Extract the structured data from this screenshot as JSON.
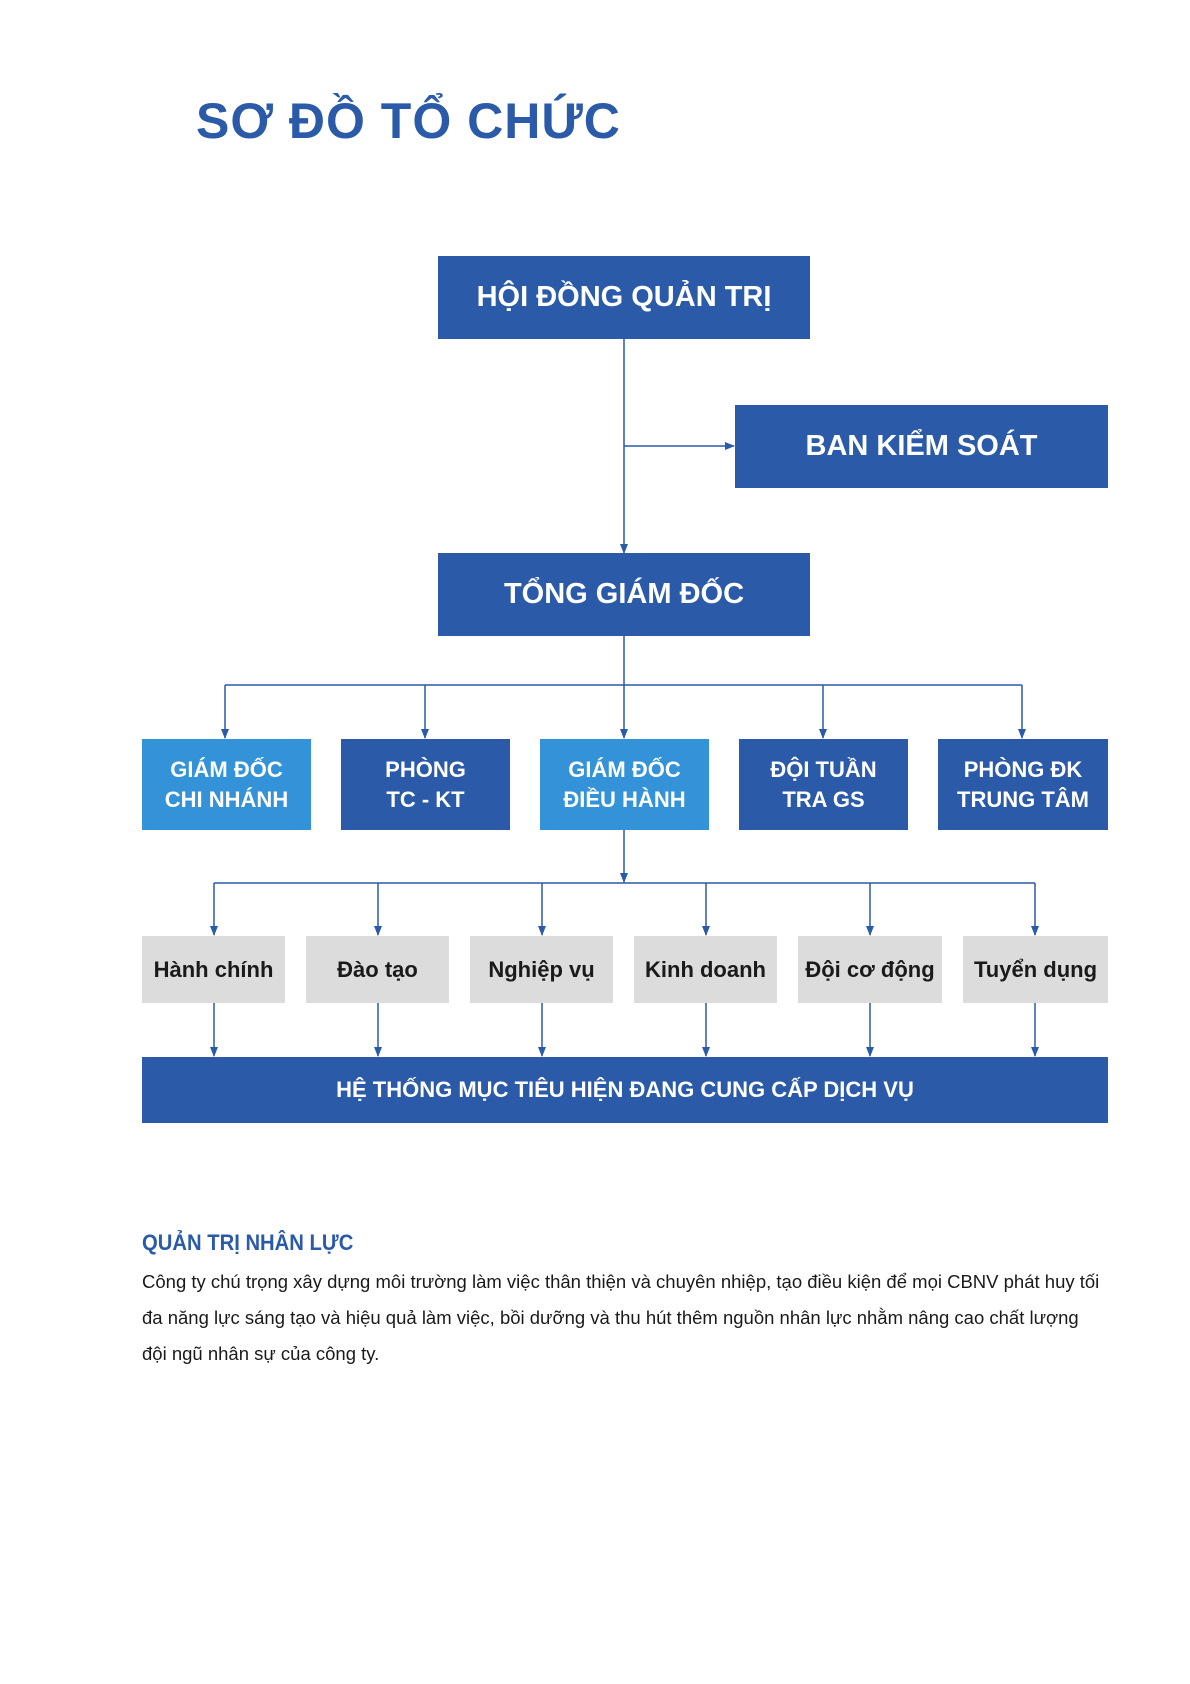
{
  "page": {
    "title": "SƠ ĐỒ TỔ CHỨC"
  },
  "org_chart": {
    "board": "HỘI ĐỒNG QUẢN TRỊ",
    "supervisory": "BAN KIỂM SOÁT",
    "ceo": "TỔNG GIÁM ĐỐC",
    "level2": [
      {
        "label": "GIÁM ĐỐC\nCHI NHÁNH",
        "style": "light"
      },
      {
        "label": "PHÒNG\nTC - KT",
        "style": "dark"
      },
      {
        "label": "GIÁM ĐỐC\nĐIỀU HÀNH",
        "style": "light"
      },
      {
        "label": "ĐỘI TUẦN\nTRA GS",
        "style": "dark"
      },
      {
        "label": "PHÒNG ĐK\nTRUNG TÂM",
        "style": "dark"
      }
    ],
    "level3": [
      "Hành chính",
      "Đào tạo",
      "Nghiệp vụ",
      "Kinh doanh",
      "Đội cơ động",
      "Tuyển dụng"
    ],
    "bottom": "HỆ THỐNG MỤC TIÊU HIỆN ĐANG CUNG CẤP DỊCH VỤ",
    "colors": {
      "dark_blue": "#2a5aa8",
      "light_blue": "#3392d8",
      "grey": "#dcdcdc",
      "connector": "#2a5aa8"
    }
  },
  "section": {
    "title": "QUẢN TRỊ NHÂN LỰC",
    "body": "Công ty chú trọng xây dựng môi trường làm việc thân thiện và chuyên nhiệp, tạo điều kiện để mọi CBNV phát huy tối đa năng lực sáng tạo và hiệu quả làm việc, bồi dưỡng và thu hút thêm nguồn nhân lực nhằm nâng cao chất lượng đội ngũ nhân sự của công ty."
  }
}
